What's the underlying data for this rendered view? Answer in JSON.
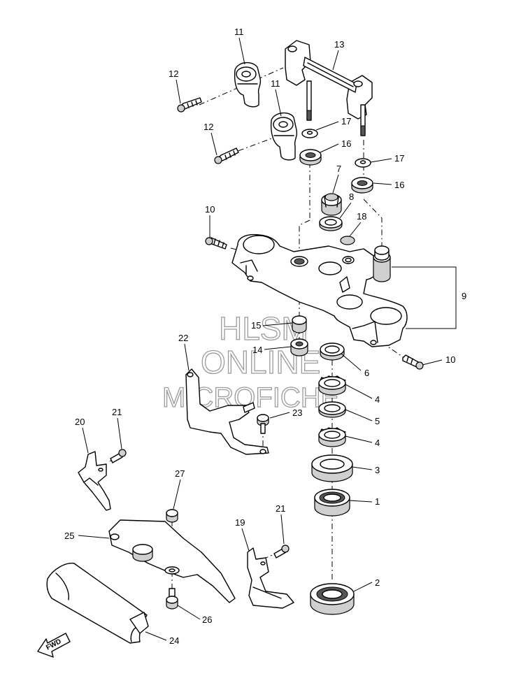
{
  "diagram": {
    "type": "exploded-parts-diagram",
    "watermark": [
      "HLSM",
      "ONLINE",
      "MICROFICHE"
    ],
    "direction_arrow": "FWD",
    "callouts": [
      {
        "id": "c11a",
        "label": "11"
      },
      {
        "id": "c12a",
        "label": "12"
      },
      {
        "id": "c13",
        "label": "13"
      },
      {
        "id": "c11b",
        "label": "11"
      },
      {
        "id": "c12b",
        "label": "12"
      },
      {
        "id": "c17a",
        "label": "17"
      },
      {
        "id": "c16a",
        "label": "16"
      },
      {
        "id": "c17b",
        "label": "17"
      },
      {
        "id": "c16b",
        "label": "16"
      },
      {
        "id": "c7",
        "label": "7"
      },
      {
        "id": "c8",
        "label": "8"
      },
      {
        "id": "c18",
        "label": "18"
      },
      {
        "id": "c10a",
        "label": "10"
      },
      {
        "id": "c9",
        "label": "9"
      },
      {
        "id": "c15",
        "label": "15"
      },
      {
        "id": "c14",
        "label": "14"
      },
      {
        "id": "c10b",
        "label": "10"
      },
      {
        "id": "c6",
        "label": "6"
      },
      {
        "id": "c22",
        "label": "22"
      },
      {
        "id": "c4a",
        "label": "4"
      },
      {
        "id": "c5",
        "label": "5"
      },
      {
        "id": "c4b",
        "label": "4"
      },
      {
        "id": "c23",
        "label": "23"
      },
      {
        "id": "c21a",
        "label": "21"
      },
      {
        "id": "c20",
        "label": "20"
      },
      {
        "id": "c3",
        "label": "3"
      },
      {
        "id": "c27",
        "label": "27"
      },
      {
        "id": "c1",
        "label": "1"
      },
      {
        "id": "c21b",
        "label": "21"
      },
      {
        "id": "c19",
        "label": "19"
      },
      {
        "id": "c25",
        "label": "25"
      },
      {
        "id": "c2",
        "label": "2"
      },
      {
        "id": "c26",
        "label": "26"
      },
      {
        "id": "c24",
        "label": "24"
      }
    ]
  }
}
